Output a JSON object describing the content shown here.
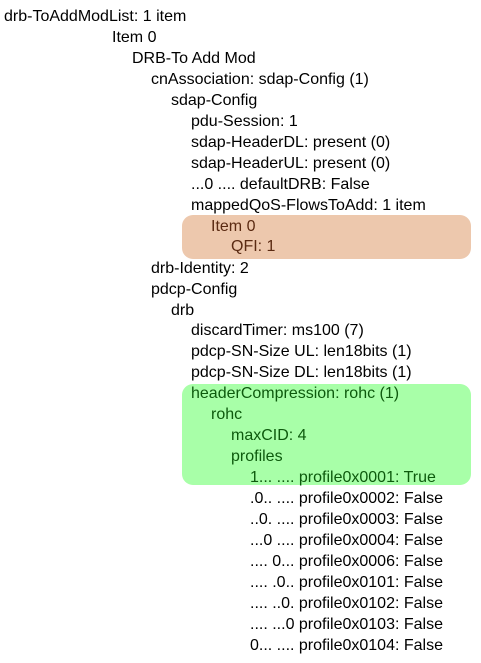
{
  "colors": {
    "highlight_orange": "#edc8ad",
    "highlight_green": "#a8ffa8",
    "text": "#000000"
  },
  "tree": {
    "lines": [
      "drb-ToAddModList: 1 item",
      "Item 0",
      "DRB-To Add Mod",
      "cnAssociation: sdap-Config (1)",
      "sdap-Config",
      "pdu-Session: 1",
      "sdap-HeaderDL: present (0)",
      "sdap-HeaderUL: present (0)",
      "...0 .... defaultDRB: False",
      "mappedQoS-FlowsToAdd: 1 item",
      "Item 0",
      "QFI: 1",
      "drb-Identity: 2",
      "pdcp-Config",
      "drb",
      "discardTimer: ms100 (7)",
      "pdcp-SN-Size UL: len18bits (1)",
      "pdcp-SN-Size DL: len18bits (1)",
      "headerCompression: rohc (1)",
      "rohc",
      "maxCID: 4",
      "profiles",
      "1... .... profile0x0001: True",
      ".0.. .... profile0x0002: False",
      "..0. .... profile0x0003: False",
      "...0 .... profile0x0004: False",
      ".... 0... profile0x0006: False",
      ".... .0.. profile0x0101: False",
      ".... ..0. profile0x0102: False",
      ".... ...0 profile0x0103: False",
      "0... .... profile0x0104: False"
    ]
  }
}
